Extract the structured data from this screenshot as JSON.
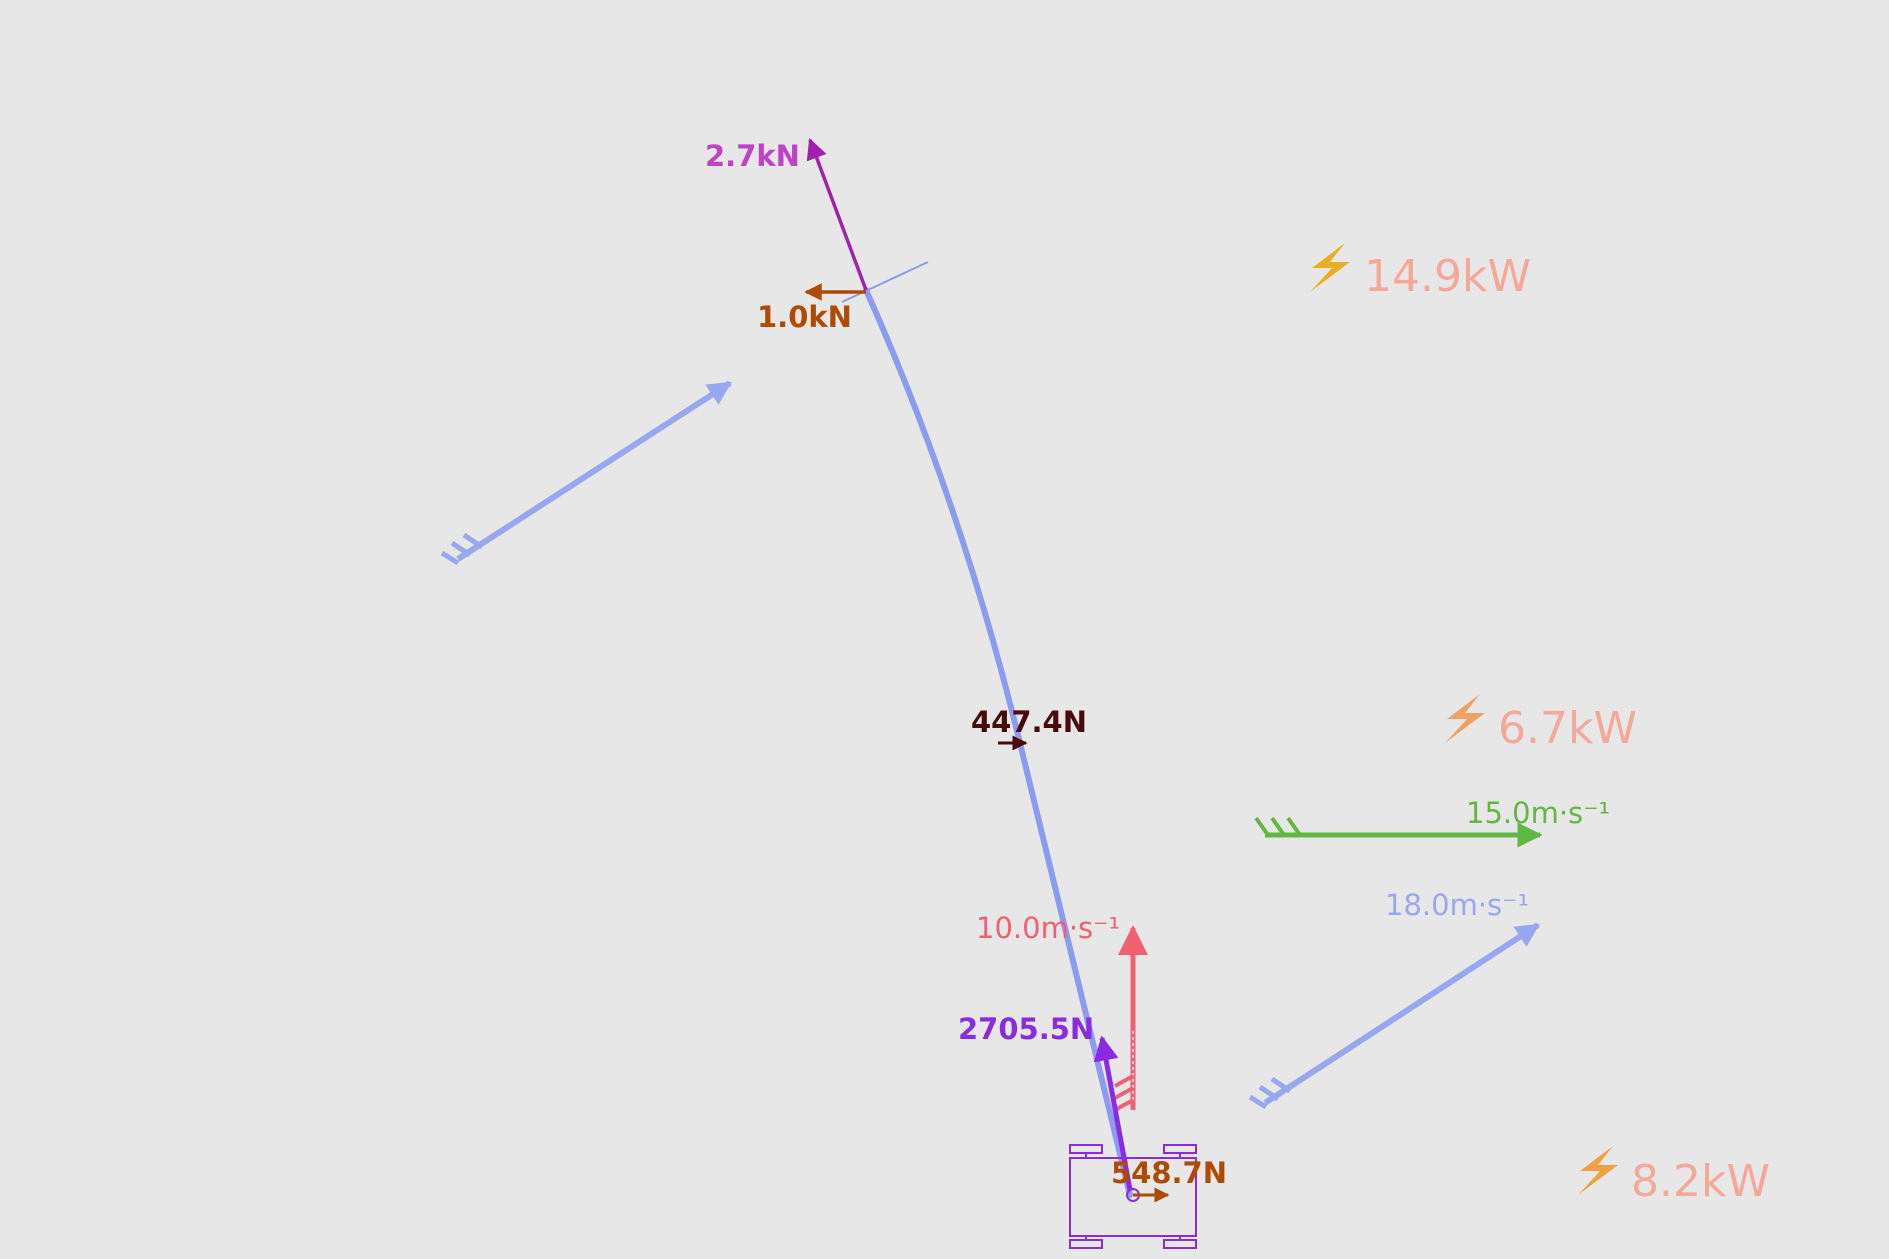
{
  "colors": {
    "background": "#e8e7e7",
    "tether": "#8a9cf0",
    "tension_top": "#a020b0",
    "tension_bottom": "#8a2be2",
    "drag": "#b04a00",
    "mid_force": "#4a0a0a",
    "velocity_vertical": "#f06070",
    "wind_ground": "#60b840",
    "wind_apparent": "#98a8f0",
    "power_text": "#f5a898",
    "power_bolt": "#e8b020",
    "vehicle": "#8a2be2"
  },
  "labels": {
    "top_force": "2.7kN",
    "top_drag": "1.0kN",
    "mid_force": "447.4N",
    "vertical_speed": "10.0m·s⁻¹",
    "bottom_tension": "2705.5N",
    "ground_drag": "548.7N",
    "ground_wind": "15.0m·s⁻¹",
    "apparent_wind": "18.0m·s⁻¹"
  },
  "power": {
    "top": "14.9kW",
    "middle": "6.7kW",
    "bottom": "8.2kW"
  },
  "icons": {
    "power_icon": "lightning-bolt-icon",
    "vehicle_icon": "cart-icon",
    "wind_arrow": "wind-barb-arrow-icon"
  }
}
